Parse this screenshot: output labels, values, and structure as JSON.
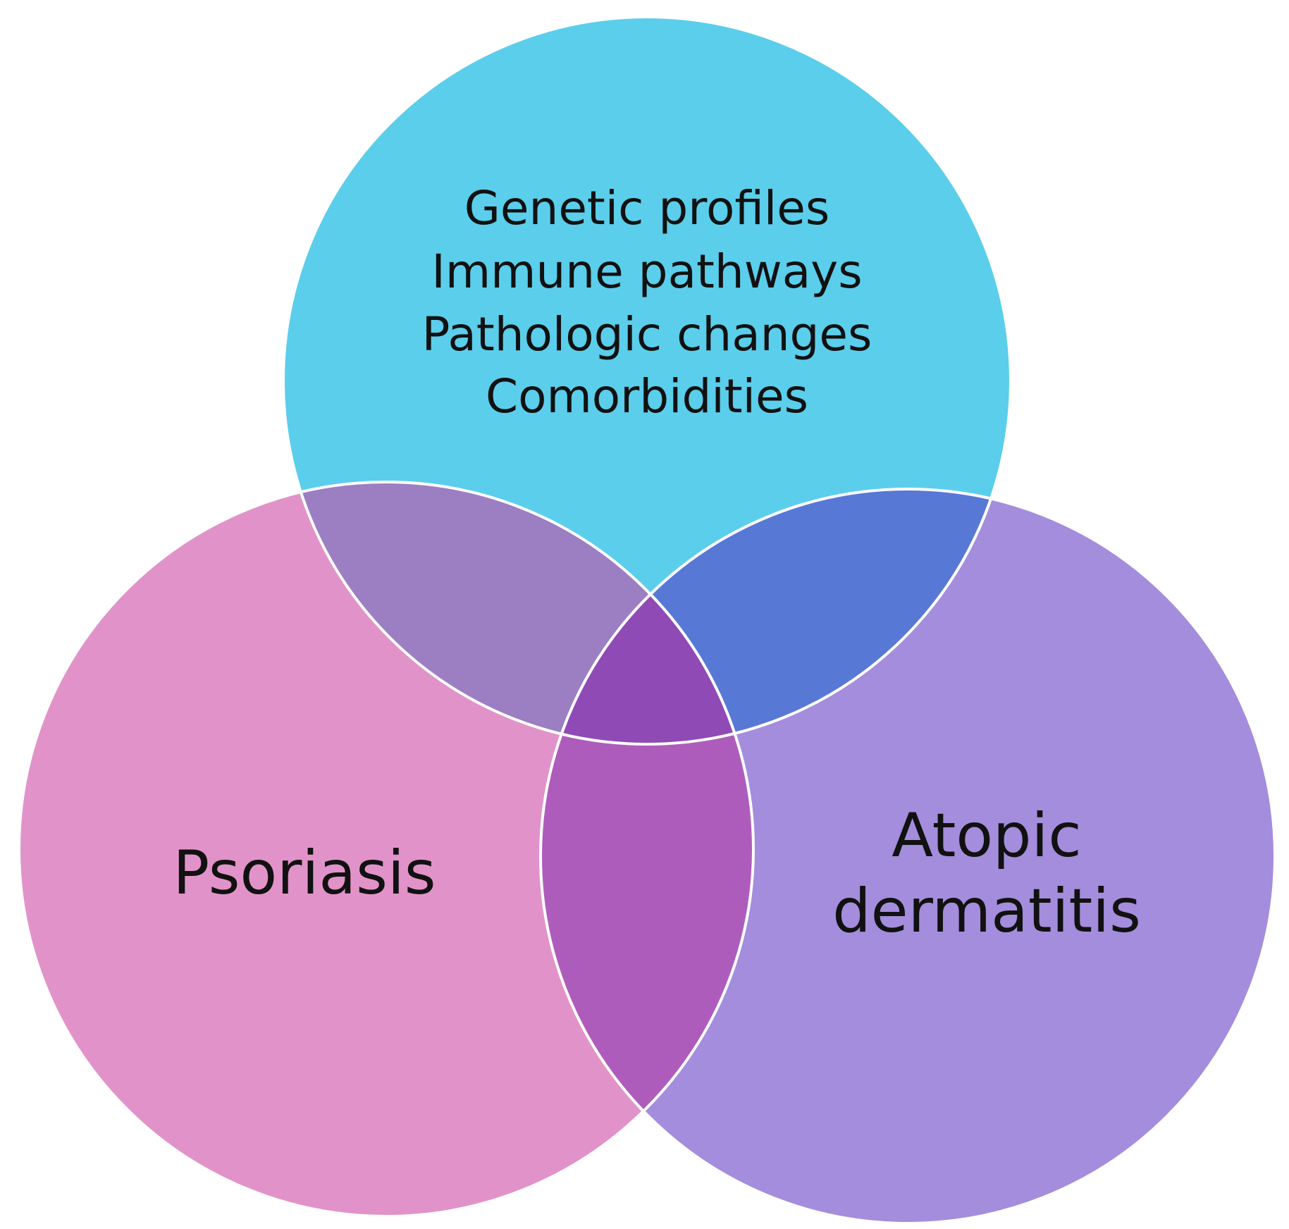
{
  "colors": {
    "background": "#ffffff",
    "top_circle": "#5BCEEB",
    "left_circle": "#E193C9",
    "right_circle": "#A38DDC",
    "top_left_overlap": "#9C7EC2",
    "top_right_overlap": "#5878D6",
    "left_right_overlap": "#AE5CBC",
    "center_overlap": "#8F4AB6",
    "outline": "#ffffff",
    "text": "#111111"
  },
  "top_circle": {
    "lines": [
      "Genetic profiles",
      "Immune pathways",
      "Pathologic changes",
      "Comorbidities"
    ]
  },
  "left_circle": {
    "label": "Psoriasis"
  },
  "right_circle": {
    "lines": [
      "Atopic",
      "dermatitis"
    ]
  }
}
